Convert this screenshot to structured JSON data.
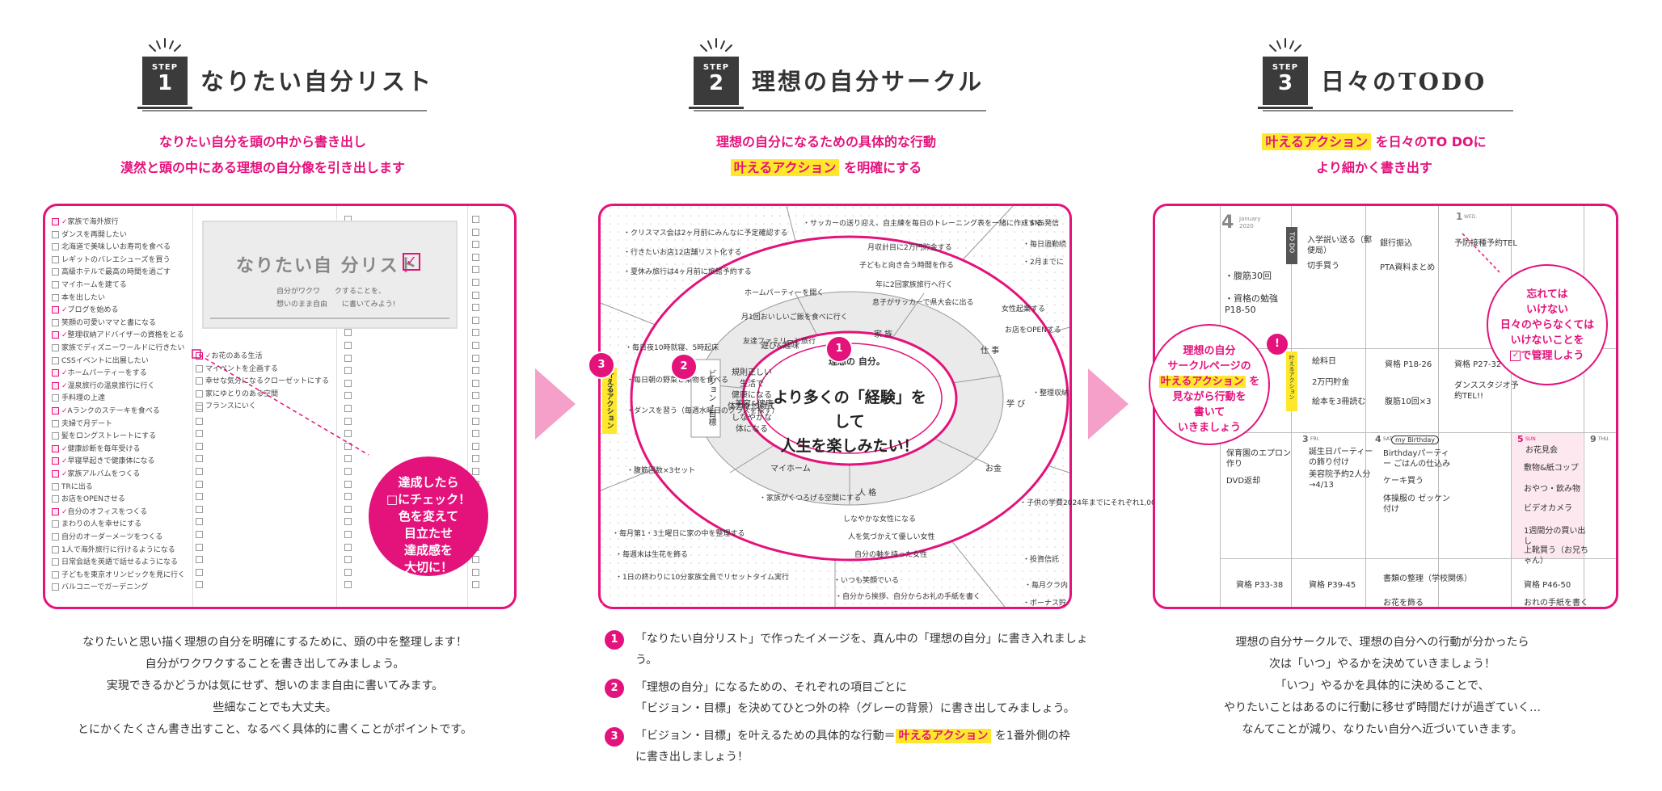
{
  "steps": [
    {
      "badge_small": "STEP",
      "badge_num": "1",
      "title": "なりたい自分リスト",
      "lead": [
        "なりたい自分を頭の中から書き出し",
        "漠然と頭の中にある理想の自分像を引き出します"
      ],
      "desc": [
        "なりたいと思い描く理想の自分を明確にするために、頭の中を整理します！",
        "自分がワクワクすることを書き出してみましょう。",
        "実現できるかどうかは気にせず、想いのまま自由に書いてみます。",
        "些細なことでも大丈夫。",
        "とにかくたくさん書き出すこと、なるべく具体的に書くことがポイントです。"
      ]
    },
    {
      "badge_small": "STEP",
      "badge_num": "2",
      "title": "理想の自分サークル",
      "lead1": "理想の自分になるための具体的な行動",
      "lead2_hl": "叶えるアクション",
      "lead2_rest": "を明確にする"
    },
    {
      "badge_small": "STEP",
      "badge_num": "3",
      "title": "日々のTODO",
      "lead1_hl": "叶えるアクション",
      "lead1_rest": "を日々のTO DOに",
      "lead2": "より細かく書き出す",
      "desc": [
        "理想の自分サークルで、理想の自分への行動が分かったら",
        "次は「いつ」やるかを決めていきましょう！",
        "「いつ」やるかを具体的に決めることで、",
        "やりたいことはあるのに行動に移せず時間だけが過ぎていく…",
        "なんてことが減り、なりたい自分へ近づいていきます。"
      ]
    }
  ],
  "panel1": {
    "card_title": "なりたい自 分リスト",
    "card_sub1": "自分がワクワ　　クすることを、",
    "card_sub2": "想いのまま自由　　に書いてみよう!",
    "list_left": [
      {
        "t": "家族で海外旅行",
        "c": true
      },
      {
        "t": "ダンスを再開したい",
        "c": false
      },
      {
        "t": "北海道で美味しいお寿司を食べる",
        "c": false
      },
      {
        "t": "レギットのバレエシューズを買う",
        "c": false
      },
      {
        "t": "高級ホテルで最高の時間を過ごす",
        "c": false
      },
      {
        "t": "マイホームを建てる",
        "c": false
      },
      {
        "t": "本を出したい",
        "c": false
      },
      {
        "t": "ブログを始める",
        "c": true
      },
      {
        "t": "笑顔の可愛いママと書になる",
        "c": false
      },
      {
        "t": "整理収納アドバイザーの資格をとる",
        "c": true
      },
      {
        "t": "家族でディズニーワールドに行きたい",
        "c": false
      },
      {
        "t": "CSSイベントに出展したい",
        "c": false
      },
      {
        "t": "ホームパーティーをする",
        "c": true
      },
      {
        "t": "温泉旅行の温泉旅行に行く",
        "c": true
      },
      {
        "t": "手料理の上達",
        "c": false
      },
      {
        "t": "Aランクのステーキを食べる",
        "c": true
      },
      {
        "t": "夫婦で月デート",
        "c": false
      },
      {
        "t": "髪をロングストレートにする",
        "c": false
      },
      {
        "t": "健康診断を毎年受ける",
        "c": true
      },
      {
        "t": "早寝早起きで健康体になる",
        "c": true
      },
      {
        "t": "家族アルバムをつくる",
        "c": true
      },
      {
        "t": "TRに出る",
        "c": false
      },
      {
        "t": "お店をOPENさせる",
        "c": false
      },
      {
        "t": "自分のオフィスをつくる",
        "c": true
      },
      {
        "t": "まわりの人を幸せにする",
        "c": false
      },
      {
        "t": "自分のオーダーメーツをつくる",
        "c": false
      },
      {
        "t": "1人で海外旅行に行けるようになる",
        "c": false
      },
      {
        "t": "日常会話を英語で話せるようになる",
        "c": false
      },
      {
        "t": "子どもを東京オリンピックを見に行く",
        "c": false
      },
      {
        "t": "バルコニーでガーデニング",
        "c": false
      }
    ],
    "list_mid": [
      {
        "t": "お花のある生活",
        "c": true
      },
      {
        "t": "マイペントを企画する",
        "c": false
      },
      {
        "t": "幸せな気分になるクローゼットにする",
        "c": false
      },
      {
        "t": "家にゆとりのある空間",
        "c": false
      },
      {
        "t": "フランスにいく",
        "c": false
      }
    ],
    "bubble": [
      "達成したら",
      "□にチェック！",
      "色を変えて",
      "目立たせ",
      "達成感を",
      "大切に！"
    ]
  },
  "panel2": {
    "center1": "より多くの「経験」をして",
    "center2": "人生を楽しみたい！",
    "inner_label": "理想の 自分。",
    "sectors": [
      "家 族",
      "仕 事",
      "学 び",
      "お金",
      "人 格",
      "マイホーム",
      "美容&健康",
      "遊び&趣味"
    ],
    "vision_left": [
      "規則正しい",
      "生活で",
      "健康になる",
      "体力をつけて",
      "しなやかな",
      "体になる"
    ],
    "vision_left_label": "ビジョン・目標",
    "action_label": "叶えるアクション",
    "inner_items": [
      "ホームパーティーを開く",
      "月1回おいしいご飯を食べに行く",
      "友達ファミリーと旅行",
      "・家族がくつろげる空間にする",
      "しなやかな女性になる",
      "人を気づかえて優しい女性",
      "自分の軸を持った女性",
      "女性起業する",
      "お店をOPENする",
      "子どもと向き合う時間を作る",
      "年に2回家族旅行へ行く",
      "息子がサッカーで県大会に出る",
      "月収計目に2万円貯金する"
    ],
    "outer_items": [
      "・クリスマス会は2ヶ月前にみんなに予定確認する",
      "・行きたいお店12店舗リスト化する",
      "・夏休み旅行は4ヶ月前に旅館予約する",
      "・サッカーの送り迎え、自主練を毎日のトレーニング表を一緒に作成する",
      "・毎日夜10時就寝、5時起床",
      "・毎日朝の野菜と果物を食べる",
      "・ダンスを習う（毎週水曜日のクラスを探す）",
      "・腹筋回数×3セット",
      "・毎月第1・3土曜日に家の中を整理する",
      "・毎週末は生花を飾る",
      "・1日の終わりに10分家族全員でリセットタイム実行",
      "・いつも笑顔でいる",
      "・自分から挨拶、自分からお礼の手紙を書く",
      "・SNS発信",
      "・毎日過勤続",
      "・2月までに",
      "・整理収納",
      "・子供の学費2024年までにそれぞれ1,000万円",
      "・投資信託",
      "・毎月クラ内",
      "・ボーナス貯"
    ],
    "notes": [
      {
        "n": "1",
        "parts": [
          "「なりたい自分リスト」で作ったイメージを、真ん中の「理想の自分」に書き入れましょう。"
        ]
      },
      {
        "n": "2",
        "parts": [
          "「理想の自分」になるための、それぞれの項目ごとに",
          "「ビジョン・目標」を決めてひとつ外の枠（グレーの背景）に書き出してみましょう。"
        ]
      },
      {
        "n": "3",
        "pre": "「ビジョン・目標」を叶えるための具体的な行動＝",
        "hl": "叶えるアクション",
        "post": "を1番外側の枠",
        "line2": "に書き出しましょう！"
      }
    ]
  },
  "panel3": {
    "month": "4",
    "month_sub": "January 2020",
    "todo_tab": "TO DO",
    "action_tab": "叶えるアクション",
    "left_col": [
      "・腹筋30回",
      "・資格の勉強 P18-50"
    ],
    "day1": "1",
    "day1_label": "WED.",
    "cells": [
      "入学説い送る（郵便局）",
      "切手買う",
      "銀行振込",
      "PTA資料まとめ",
      "予防接種予約TEL",
      "絵料日",
      "2万円貯金",
      "絵本を3冊読む",
      "資格 P18-26",
      "腹筋10回×3",
      "資格 P27-32",
      "ダンススタジオ予約TEL!!"
    ],
    "row2_days": [
      "3",
      "4",
      "5",
      "9"
    ],
    "row2_day_labels": [
      "FRI.",
      "SAT.",
      "SUN",
      "THU."
    ],
    "row2": [
      "保育園のエプロン作り",
      "DVD返却",
      "誕生日パーティーの飾り付け",
      "美容院予約2人分→4/13",
      "Birthdayパーティー ごはんの仕込み",
      "ケーキ買う",
      "体操服の ゼッケン付け",
      "お花見会",
      "敷物&紙コップ",
      "おやつ・飲み物",
      "ビデオカメラ",
      "1週間分の買い出し",
      "上靴買う（お兄ちゃん）"
    ],
    "row3": [
      "資格 P33-38",
      "資格 P39-45",
      "書類の整理（学校関係）",
      "お花を飾る",
      "資格 P46-50",
      "おれの手紙を書く"
    ],
    "callout_left": [
      "理想の自分",
      "サークルページの"
    ],
    "callout_left_hl": "叶えるアクション",
    "callout_left_tail": [
      "を",
      "見ながら行動を",
      "書いて",
      "いきましょう"
    ],
    "callout_right": [
      "忘れては",
      "いけない",
      "日々のやらなくては",
      "いけないことを"
    ],
    "callout_right_tail": "で管理しよう",
    "birthday_tag": "my Birthday"
  }
}
